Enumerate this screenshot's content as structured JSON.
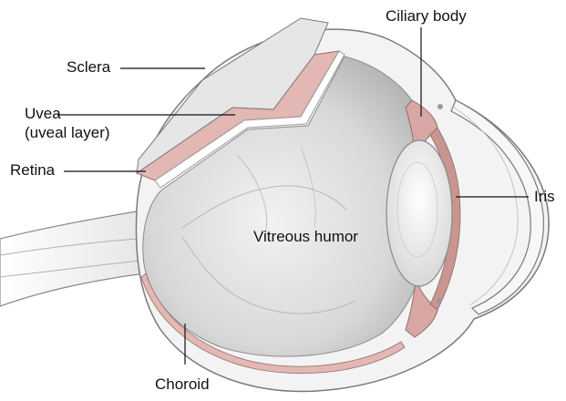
{
  "labels": {
    "sclera": "Sclera",
    "uvea": "Uvea",
    "uveal_layer": "(uveal layer)",
    "retina": "Retina",
    "ciliary_body": "Ciliary body",
    "iris": "Iris",
    "vitreous_humor": "Vitreous humor",
    "choroid": "Choroid"
  },
  "colors": {
    "outline": "#7a7a7a",
    "sclera_fill": "#f4f4f4",
    "uvea_fill": "#e3b7b3",
    "cavity_fill": "#d9d9d9",
    "lens_fill": "#eeeeee",
    "leader_line": "#111111"
  }
}
